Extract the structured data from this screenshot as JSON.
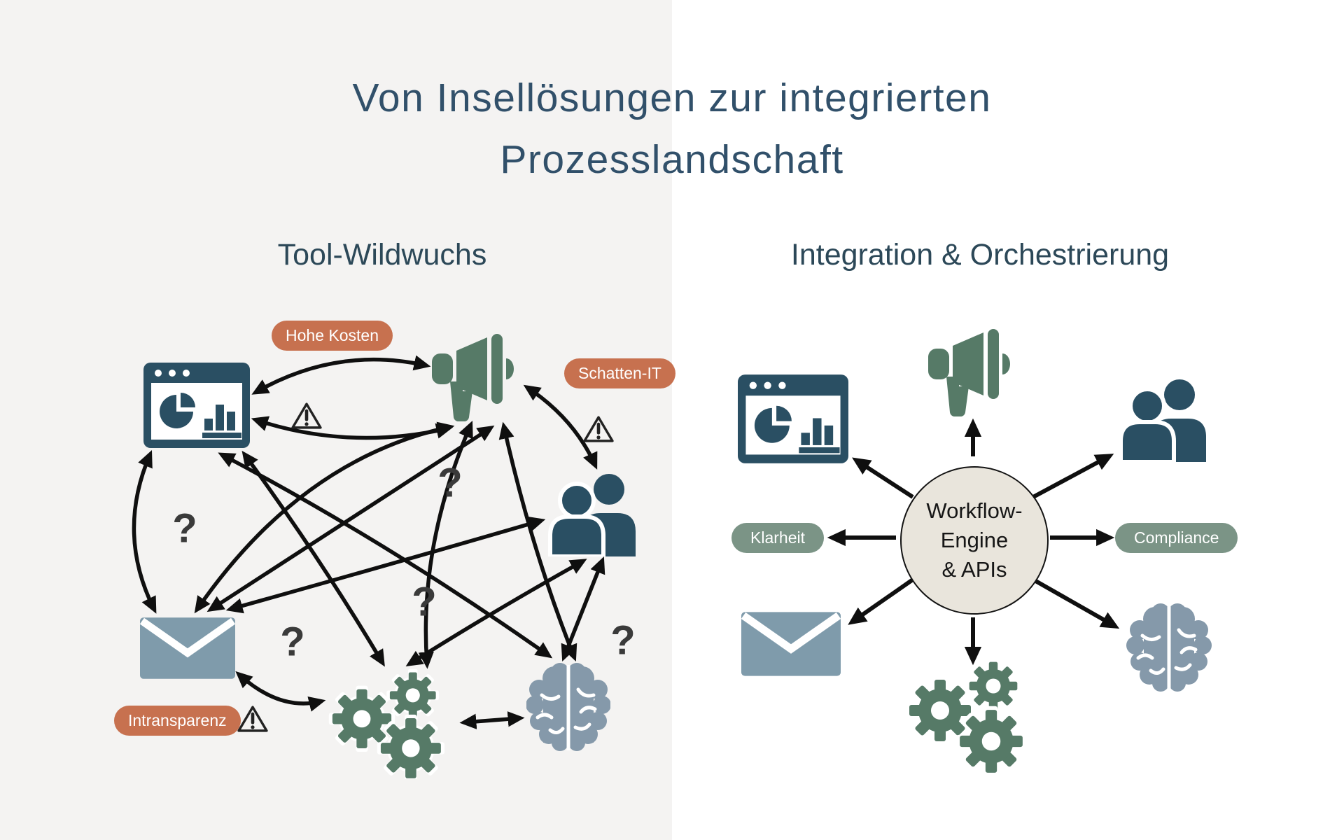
{
  "title": {
    "line1": "Von Insellösungen zur integrierten",
    "line2": "Prozesslandschaft"
  },
  "left_panel": {
    "heading": "Tool-Wildwuchs",
    "badges": {
      "hohe_kosten": "Hohe Kosten",
      "schatten_it": "Schatten-IT",
      "intransparenz": "Intransparenz"
    },
    "question_mark": "?",
    "icons": [
      "dashboard-icon",
      "megaphone-icon",
      "team-icon",
      "email-icon",
      "gears-icon",
      "brain-icon",
      "warning-icon"
    ]
  },
  "right_panel": {
    "heading": "Integration & Orchestrierung",
    "hub": {
      "line1": "Workflow-",
      "line2": "Engine",
      "line3": "& APIs"
    },
    "badges": {
      "klarheit": "Klarheit",
      "compliance": "Compliance"
    },
    "icons": [
      "dashboard-icon",
      "megaphone-icon",
      "team-icon",
      "email-icon",
      "gears-icon",
      "brain-icon"
    ]
  },
  "colors": {
    "title_text": "#31506a",
    "heading_text": "#2c4858",
    "dark_slate_icon": "#2a4f63",
    "green_icon": "#567a67",
    "email_icon": "#7f9bab",
    "brain_icon": "#8599aa",
    "terracotta_badge": "#c7714f",
    "sage_badge": "#7b9486",
    "hub_fill": "#e9e5dc",
    "arrow": "#0f0f0f",
    "left_bg": "#f4f3f2",
    "right_bg": "#ffffff"
  }
}
